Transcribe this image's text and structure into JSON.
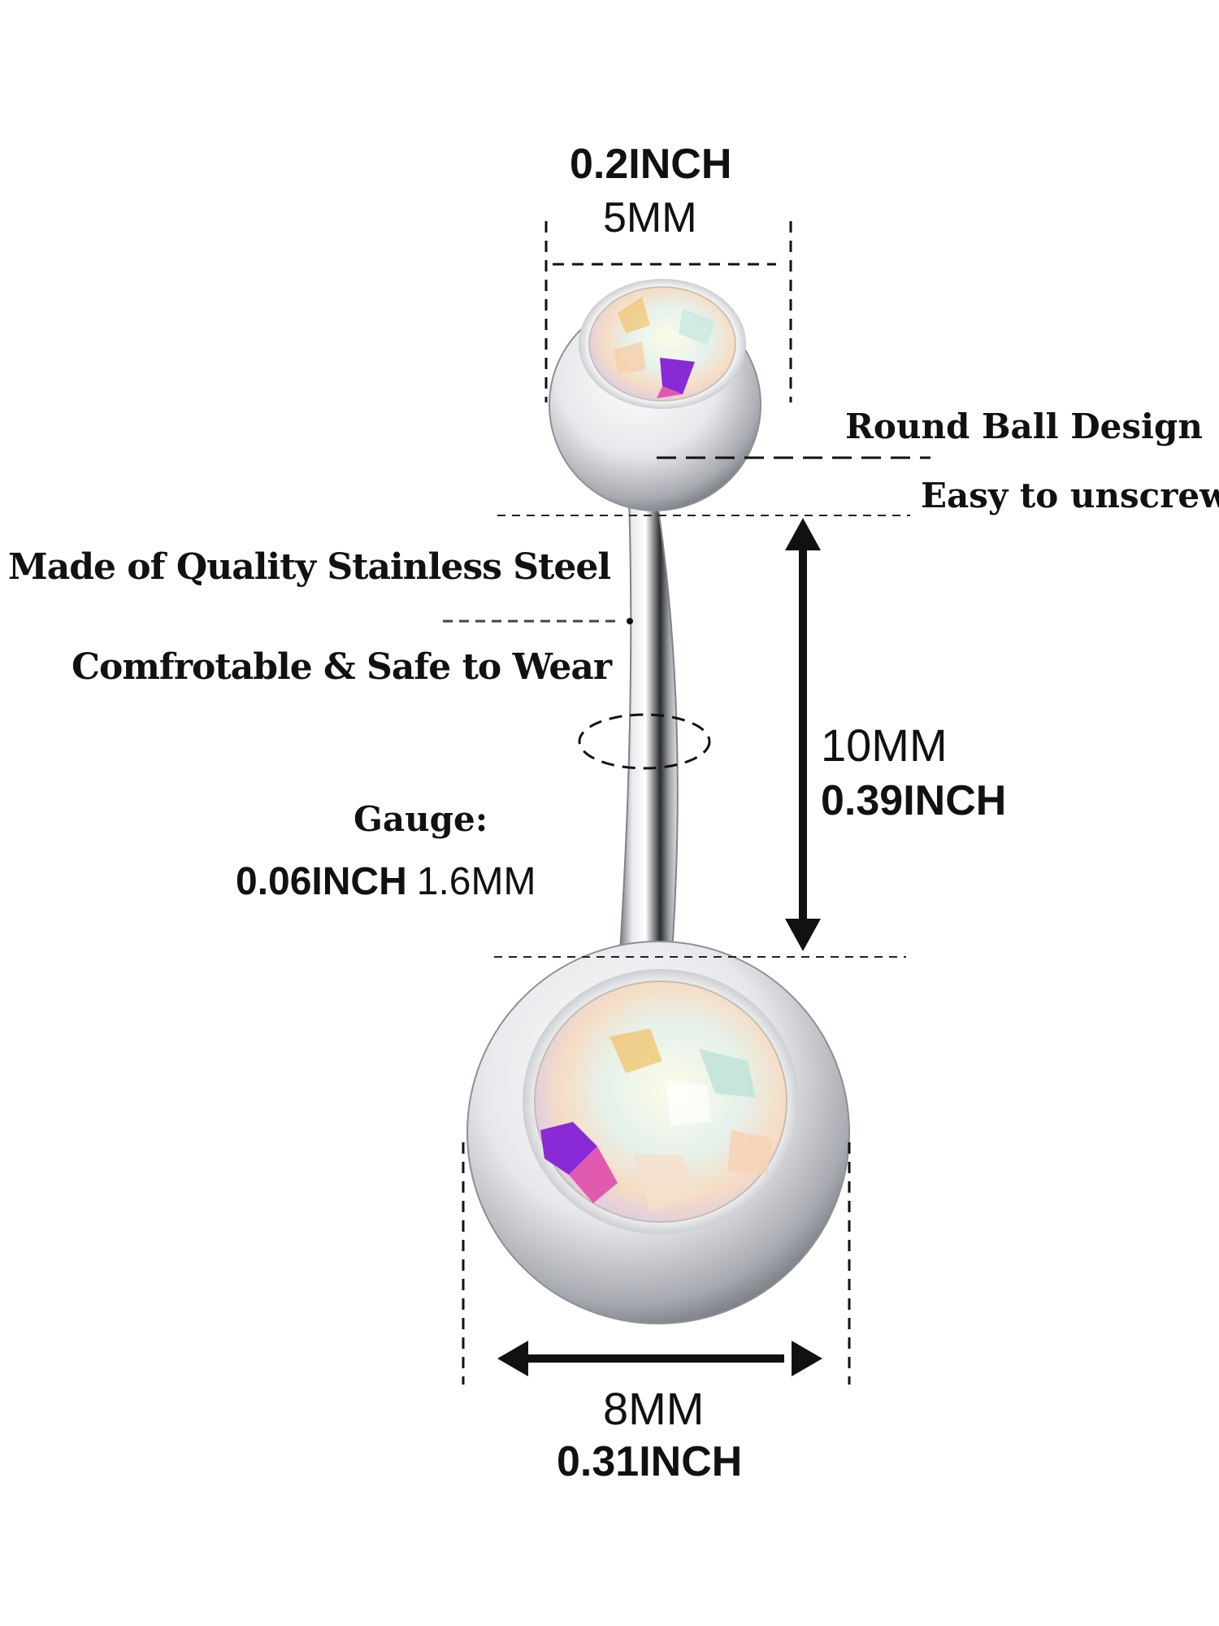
{
  "labels": {
    "top_ball_inch": "0.2INCH",
    "top_ball_mm": "5MM",
    "round_ball_design": "Round Ball Design",
    "easy_to_unscrew": "Easy to unscrew",
    "material": "Made of Quality Stainless Steel",
    "comfort": "Comfrotable & Safe to Wear",
    "bar_length_mm": "10MM",
    "bar_length_inch": "0.39INCH",
    "gauge_title": "Gauge:",
    "gauge_inch": "0.06INCH",
    "gauge_mm": "1.6MM",
    "bottom_ball_mm": "8MM",
    "bottom_ball_inch": "0.31INCH"
  },
  "colors": {
    "text": "#111111",
    "steel_light": "#f4f5f7",
    "steel_dark": "#8a8d93",
    "gem_purple": "#8a2ad6",
    "gem_pink": "#e25ab0",
    "gem_gold": "#f2c36b"
  }
}
